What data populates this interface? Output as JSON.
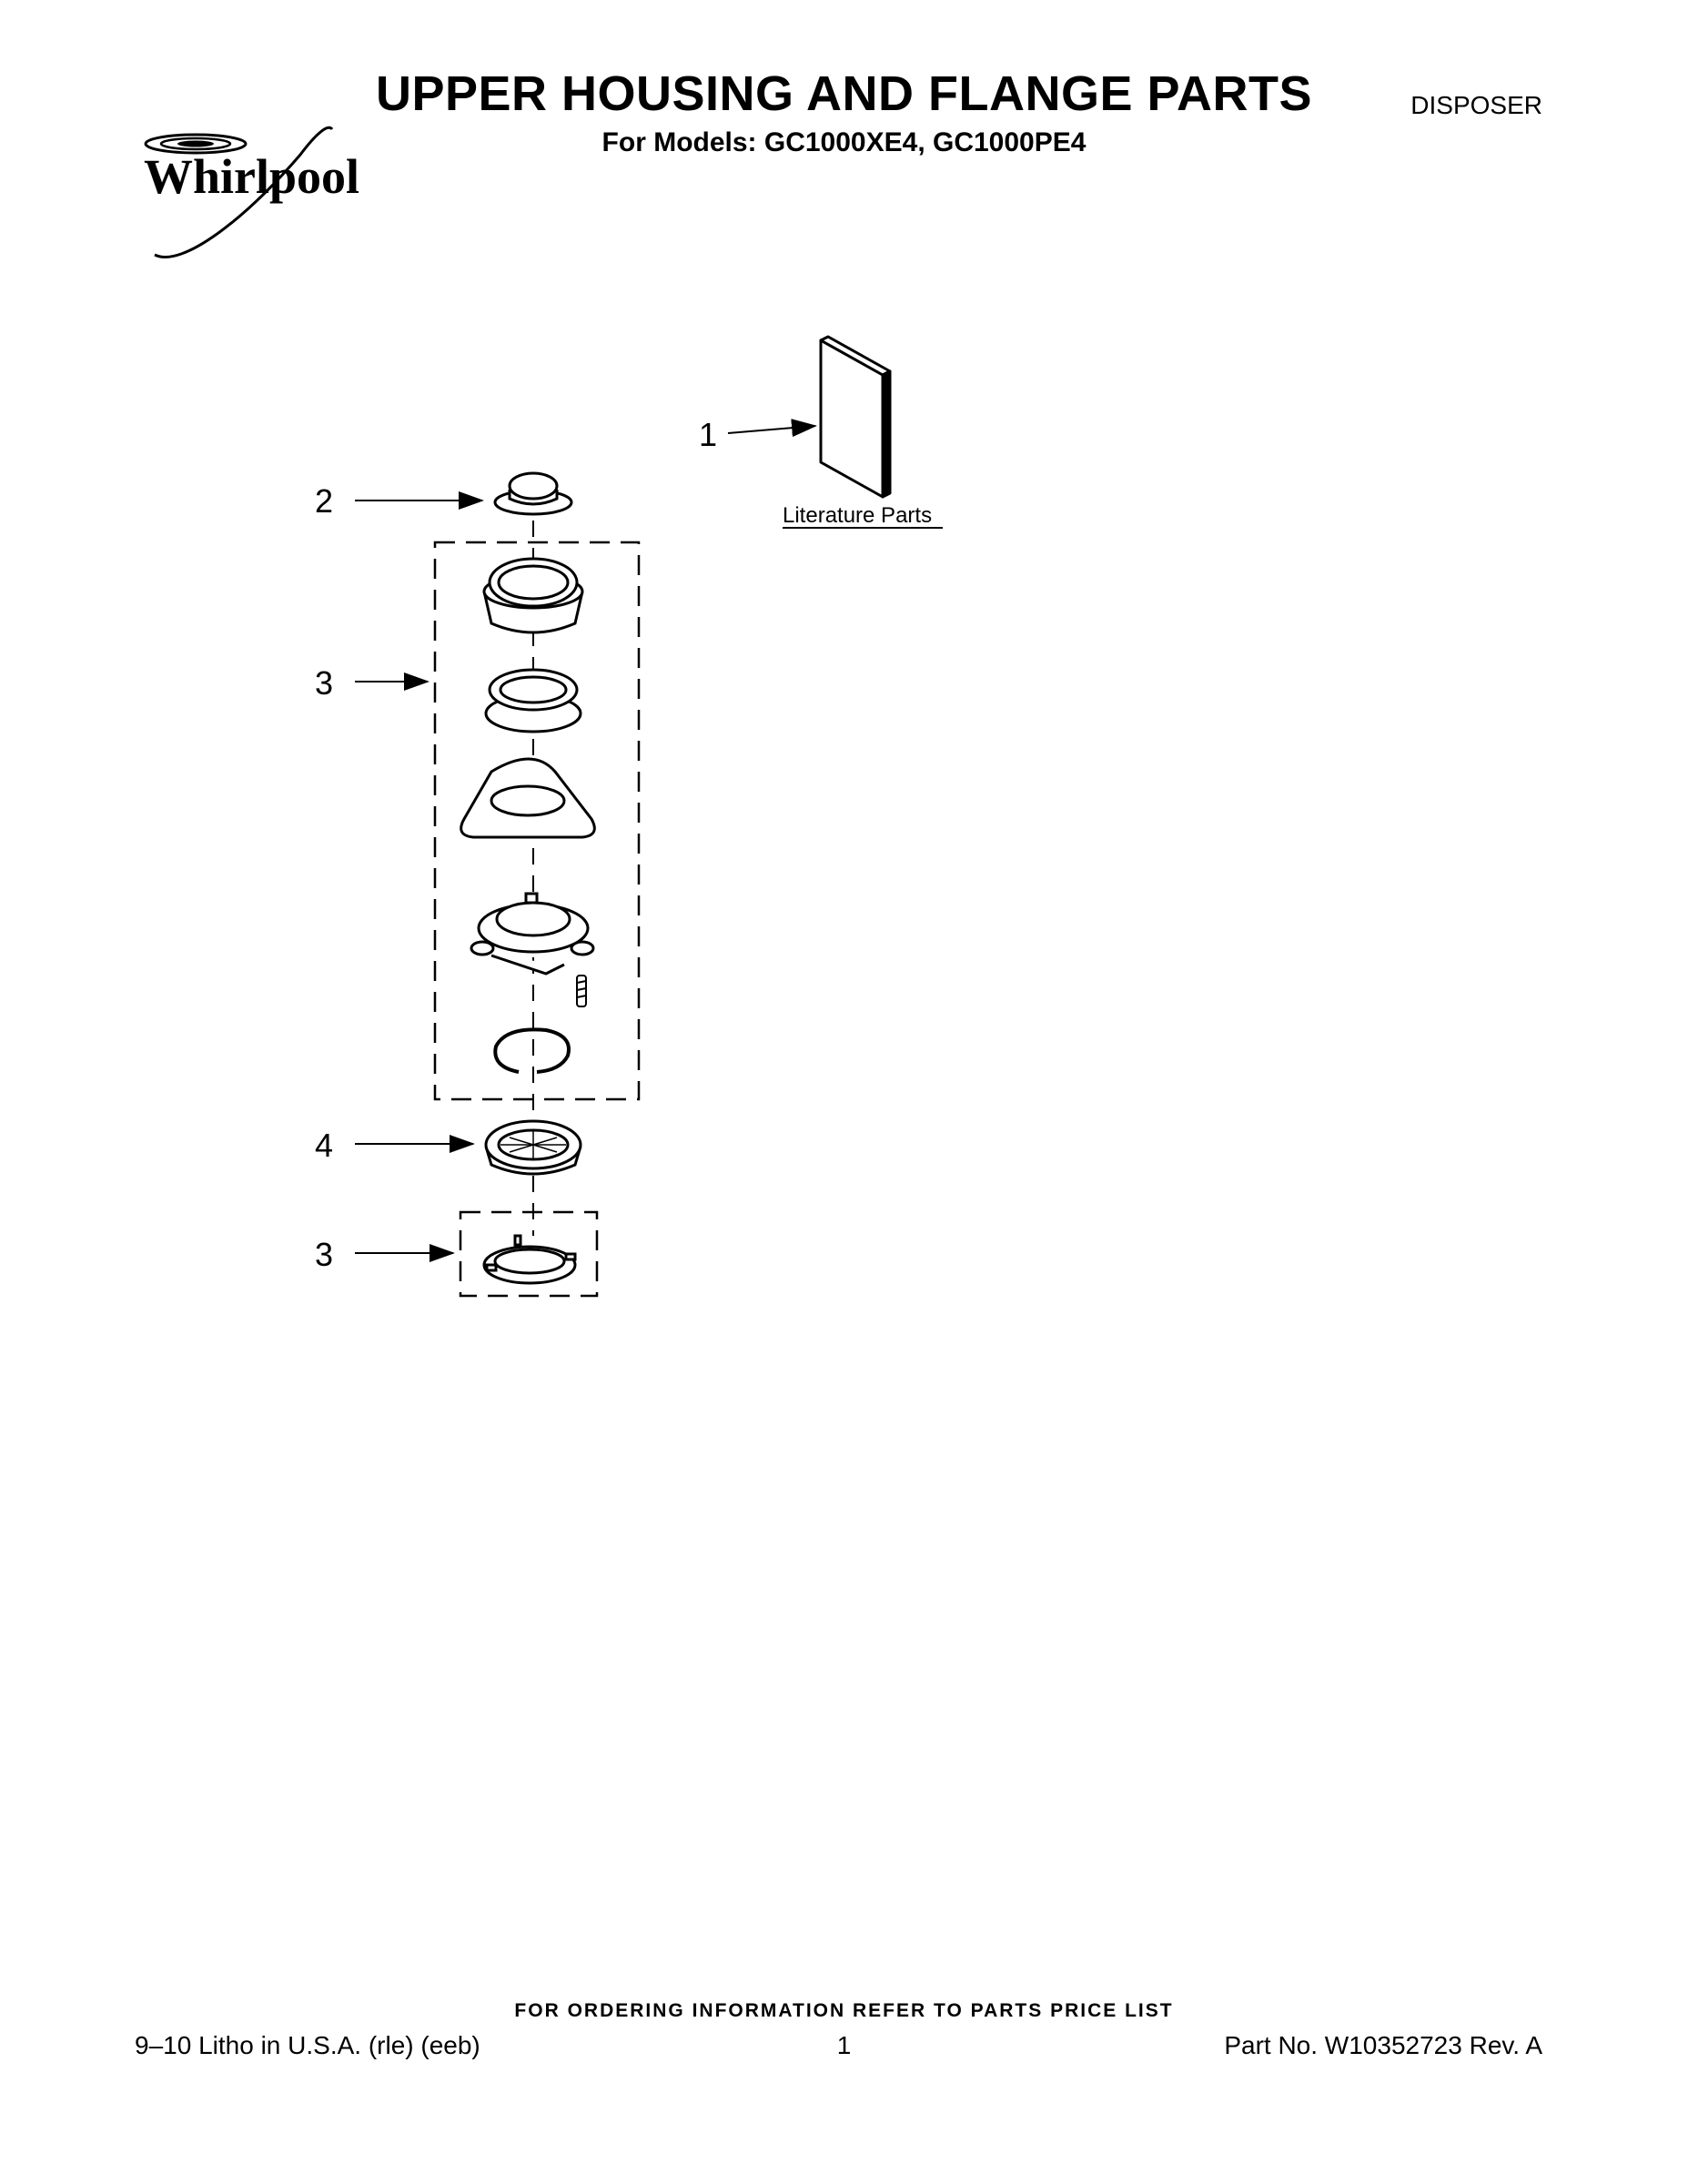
{
  "header": {
    "title": "UPPER HOUSING AND FLANGE PARTS",
    "subtitle": "For Models: GC1000XE4, GC1000PE4",
    "category": "DISPOSER",
    "logo_text": "Whirlpool"
  },
  "diagram": {
    "callouts": [
      {
        "number": "1"
      },
      {
        "number": "2"
      },
      {
        "number": "3"
      },
      {
        "number": "4"
      },
      {
        "number": "3"
      }
    ],
    "literature_label": "Literature Parts"
  },
  "footer": {
    "ordering_note": "FOR ORDERING INFORMATION REFER TO PARTS PRICE LIST",
    "litho": "9–10 Litho in U.S.A. (rle) (eeb)",
    "page_number": "1",
    "part_number": "Part No. W10352723 Rev. A"
  }
}
